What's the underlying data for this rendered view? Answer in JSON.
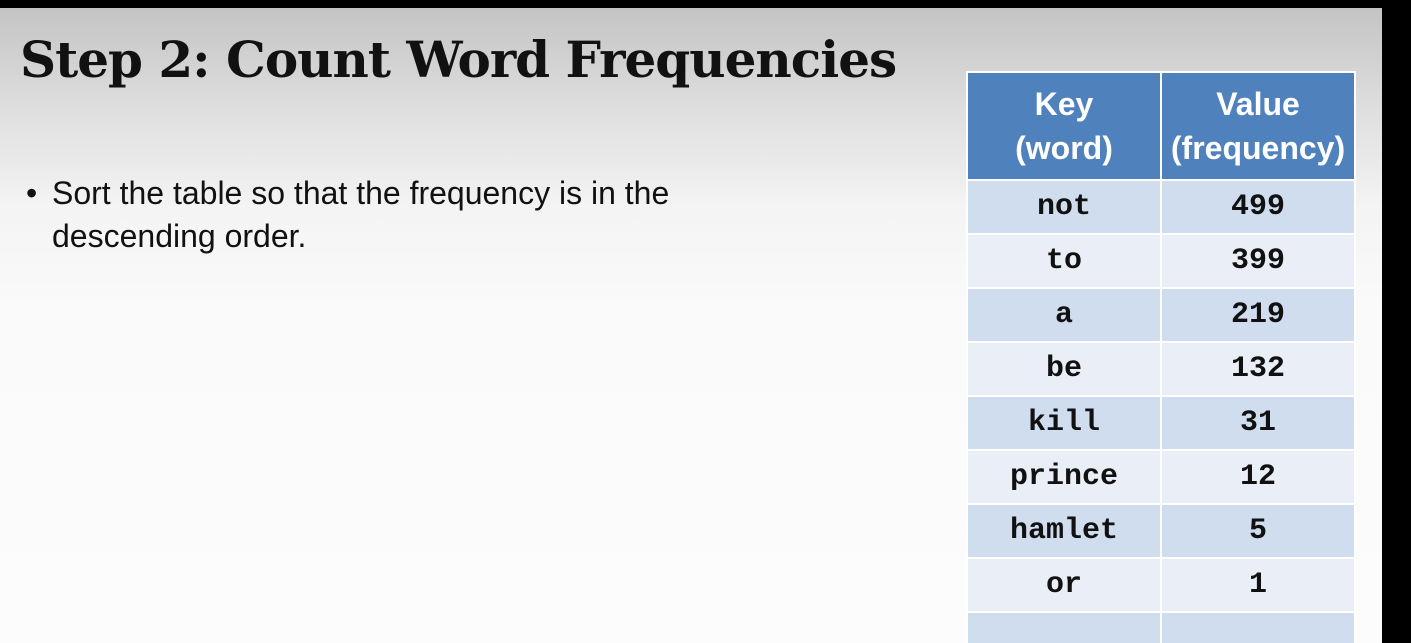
{
  "slide": {
    "title": "Step 2: Count Word Frequencies",
    "bullets": [
      {
        "glyph": "•",
        "text": "Sort the table so that the frequency is in the descending order."
      }
    ]
  },
  "table": {
    "header": {
      "key_line1": "Key",
      "key_line2": "(word)",
      "value_line1": "Value",
      "value_line2": "(frequency)"
    },
    "rows": [
      {
        "key": "not",
        "value": "499"
      },
      {
        "key": "to",
        "value": "399"
      },
      {
        "key": "a",
        "value": "219"
      },
      {
        "key": "be",
        "value": "132"
      },
      {
        "key": "kill",
        "value": "31"
      },
      {
        "key": "prince",
        "value": "12"
      },
      {
        "key": "hamlet",
        "value": "5"
      },
      {
        "key": "or",
        "value": "1"
      }
    ],
    "colors": {
      "header": "#4f81bd",
      "row_dark": "#d0ddef",
      "row_light": "#e9eef7"
    }
  }
}
